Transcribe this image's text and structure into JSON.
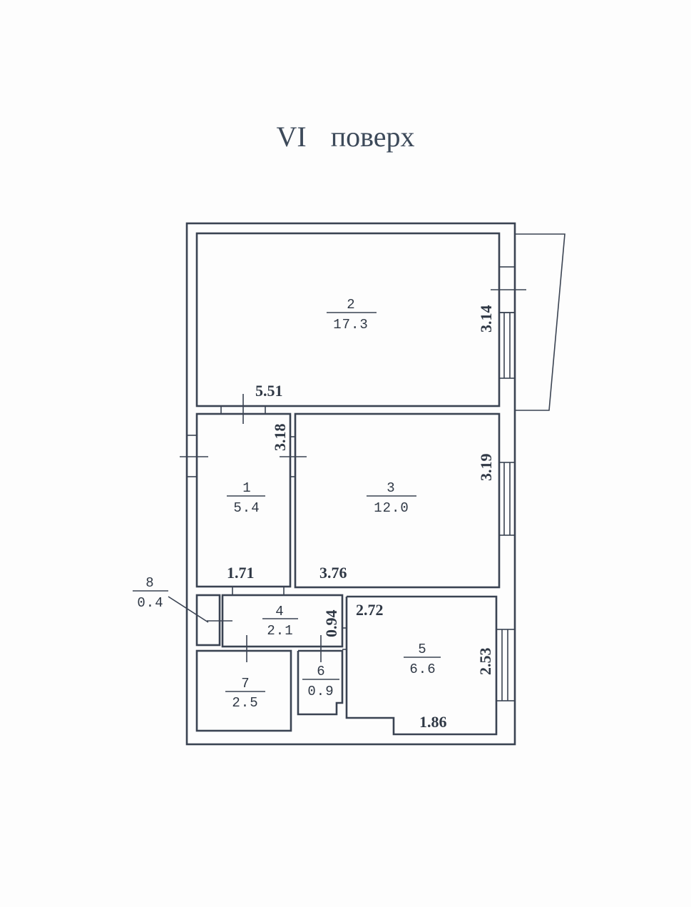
{
  "title": {
    "numeral": "VI",
    "word": "поверх"
  },
  "rooms": [
    {
      "number": "1",
      "area": "5.4"
    },
    {
      "number": "2",
      "area": "17.3"
    },
    {
      "number": "3",
      "area": "12.0"
    },
    {
      "number": "4",
      "area": "2.1"
    },
    {
      "number": "5",
      "area": "6.6"
    },
    {
      "number": "6",
      "area": "0.9"
    },
    {
      "number": "7",
      "area": "2.5"
    },
    {
      "number": "8",
      "area": "0.4"
    }
  ],
  "dimensions": {
    "room2_width": "5.51",
    "room2_height": "3.14",
    "room1_height": "3.18",
    "room1_width": "1.71",
    "room3_height": "3.19",
    "room3_width": "3.76",
    "room4_height": "0.94",
    "room5_width_top": "2.72",
    "room5_height": "2.53",
    "room5_width_bottom": "1.86"
  }
}
